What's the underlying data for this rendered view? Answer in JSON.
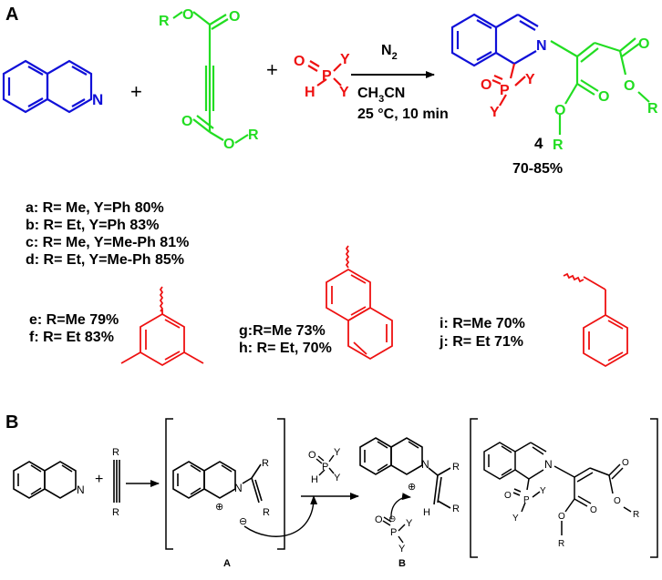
{
  "panel_a": {
    "label": "A",
    "reagent_1_atoms": {
      "n": "N"
    },
    "reagent_2_atoms": {
      "r_top": "R",
      "o_top": "O",
      "o_carbonyl_top": "O",
      "o_carbonyl_bottom": "O",
      "o_bottom": "O",
      "r_bottom": "R"
    },
    "reagent_3_atoms": {
      "o": "O",
      "p": "P",
      "h": "H",
      "y_top": "Y",
      "y_bottom": "Y"
    },
    "plus_signs": [
      "+",
      "+"
    ],
    "conditions": {
      "atmosphere": "N",
      "atmosphere_sub": "2",
      "solvent_main": "CH",
      "solvent_sub": "3",
      "solvent_tail": "CN",
      "temp_time": "25 °C, 10 min"
    },
    "product_atoms": {
      "n": "N",
      "o_p": "O",
      "p": "P",
      "y_right": "Y",
      "y_left": "Y",
      "o_ester_carbonyl": "O",
      "o_ester_chain": "O",
      "r_left": "R",
      "o_carbonyl_right": "O",
      "o_right_chain": "O",
      "r_right": "R"
    },
    "product_number": "4",
    "yield_range": "70-85%",
    "entries": [
      "a: R= Me, Y=Ph 80%",
      "b: R= Et, Y=Ph 83%",
      "c: R= Me, Y=Me-Ph 81%",
      "d: R= Et, Y=Me-Ph 85%"
    ],
    "groups": [
      {
        "lines": [
          "e: R=Me 79%",
          "f: R= Et 83%"
        ],
        "name": "3,5-dimethylphenyl"
      },
      {
        "lines": [
          "g:R=Me 73%",
          "h: R= Et, 70%"
        ],
        "name": "2-naphthyl"
      },
      {
        "lines": [
          "i: R=Me 70%",
          "j: R= Et 71%"
        ],
        "name": "benzyl"
      }
    ]
  },
  "panel_b": {
    "label": "B",
    "plus": "+",
    "isoquinoline_n": "N",
    "alkyne_r": [
      "R",
      "R"
    ],
    "intermediate_a": {
      "n": "N",
      "r1": "R",
      "r2": "R",
      "plus_charge": "⊕",
      "minus_charge": "⊖",
      "label": "A"
    },
    "phosphite": {
      "o": "O",
      "p": "P",
      "h": "H",
      "y1": "Y",
      "y2": "Y"
    },
    "neutral_adduct": {
      "n": "N",
      "r1": "R",
      "r2": "R",
      "h": "H"
    },
    "anion_b": {
      "o": "O",
      "p": "P",
      "y1": "Y",
      "y2": "Y",
      "minus_charge": "⊖",
      "plus_charge": "⊕",
      "label": "B"
    },
    "final_product": {
      "n": "N",
      "o": "O",
      "p": "P",
      "y1": "Y",
      "y2": "Y",
      "o_carbonyl_top": "O",
      "o_chain_right": "O",
      "r_right": "R",
      "o_carbonyl_bottom": "O",
      "o_chain_bottom": "O",
      "r_bottom": "R"
    }
  },
  "colors": {
    "isoquinoline": "#1010d8",
    "acetylenedicarboxylate": "#22dd22",
    "phosphite": "#ee1111",
    "substituent": "#ee1111",
    "ink": "#000000"
  }
}
